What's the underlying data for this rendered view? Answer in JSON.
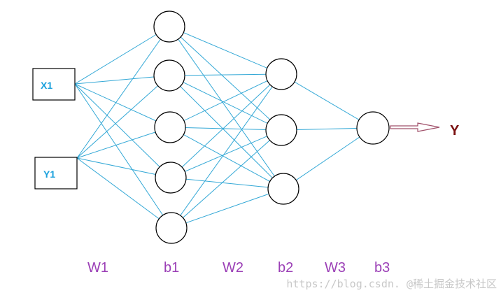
{
  "inputs": [
    "X1",
    "Y1"
  ],
  "output_label": "Y",
  "layer_labels": [
    "W1",
    "b1",
    "W2",
    "b2",
    "W3",
    "b3"
  ],
  "watermark": "https://blog.csdn. @稀土掘金技术社区",
  "colors": {
    "edge": "#33a8d6",
    "input_text": "#1aa0dc",
    "layer_label": "#9b3fb6",
    "output_text": "#7a1010",
    "arrow": "#a0506a"
  }
}
